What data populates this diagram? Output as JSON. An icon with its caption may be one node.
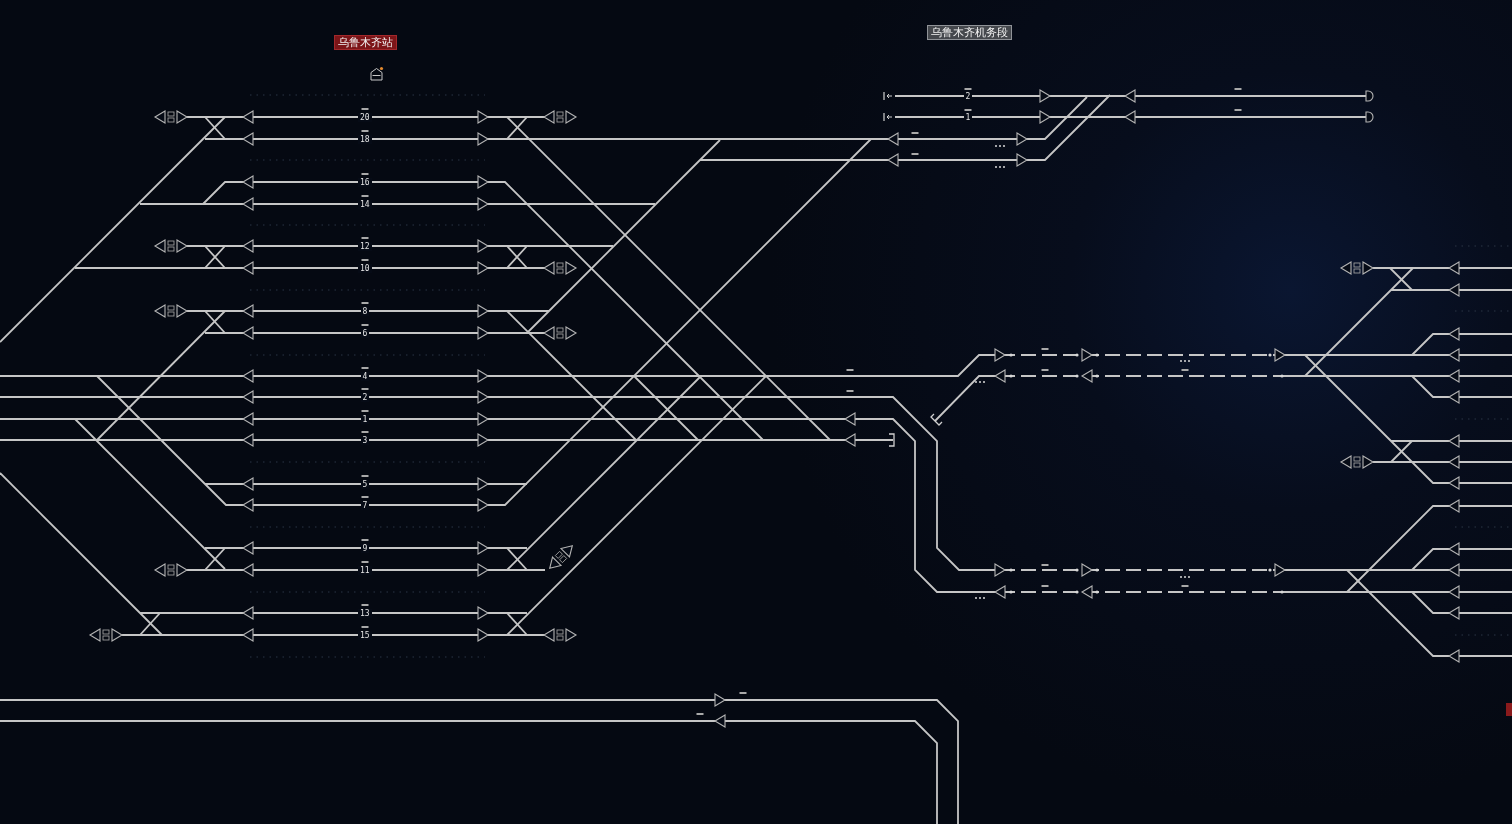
{
  "diagram": {
    "nodes": [
      {
        "text": [
          "乌鲁木齐站"
        ]
      },
      {
        "text": [
          "乌鲁木齐机务段"
        ]
      }
    ],
    "labels": [
      "2",
      "20",
      "1",
      "18",
      "16",
      "14",
      "12",
      "10",
      "8",
      "6",
      "4",
      "2",
      "1",
      "3",
      "5",
      "7",
      "9",
      "11",
      "13",
      "15"
    ]
  }
}
